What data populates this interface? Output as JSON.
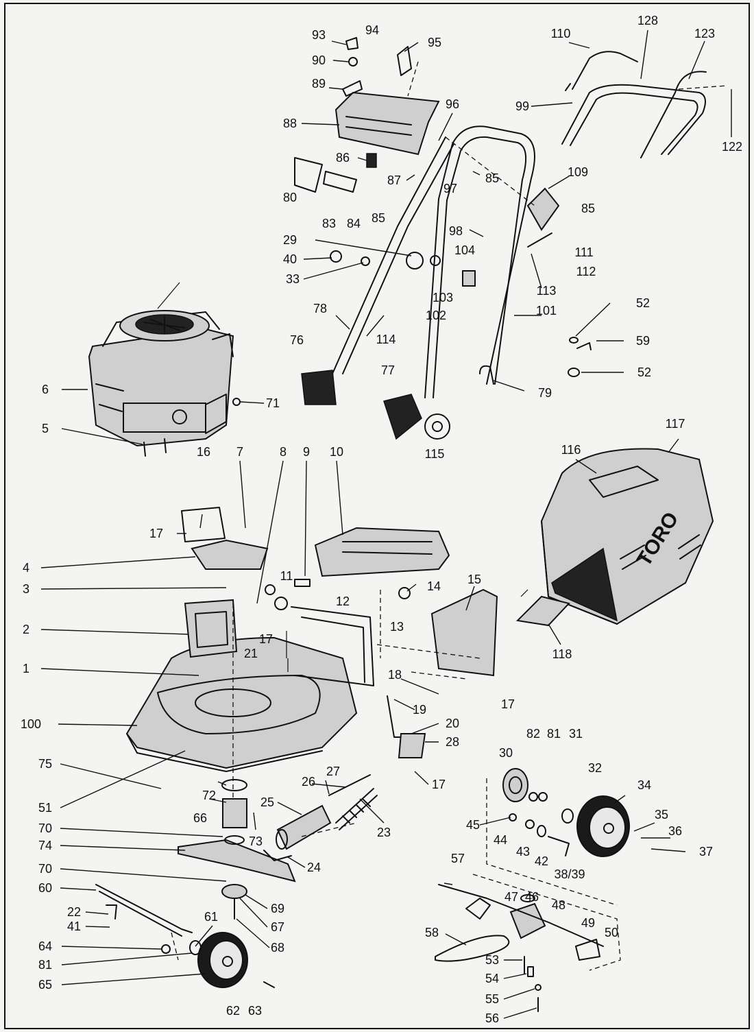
{
  "brand_mark": "TORO",
  "part_numbers": [
    "1",
    "2",
    "3",
    "4",
    "5",
    "6",
    "7",
    "8",
    "9",
    "10",
    "11",
    "12",
    "13",
    "14",
    "15",
    "16",
    "17",
    "18",
    "19",
    "20",
    "21",
    "22",
    "23",
    "24",
    "25",
    "26",
    "27",
    "28",
    "29",
    "30",
    "31",
    "32",
    "33",
    "34",
    "35",
    "36",
    "37",
    "38/39",
    "40",
    "41",
    "42",
    "43",
    "44",
    "45",
    "46",
    "47",
    "48",
    "49",
    "50",
    "51",
    "52",
    "53",
    "54",
    "55",
    "56",
    "57",
    "58",
    "59",
    "60",
    "61",
    "62",
    "63",
    "64",
    "65",
    "66",
    "67",
    "68",
    "69",
    "70",
    "71",
    "72",
    "73",
    "74",
    "75",
    "76",
    "77",
    "78",
    "79",
    "80",
    "81",
    "82",
    "83",
    "84",
    "85",
    "86",
    "87",
    "88",
    "89",
    "90",
    "93",
    "94",
    "95",
    "96",
    "97",
    "98",
    "99",
    "100",
    "101",
    "102",
    "103",
    "104",
    "109",
    "110",
    "111",
    "112",
    "113",
    "114",
    "115",
    "116",
    "117",
    "118",
    "122",
    "123",
    "128"
  ]
}
